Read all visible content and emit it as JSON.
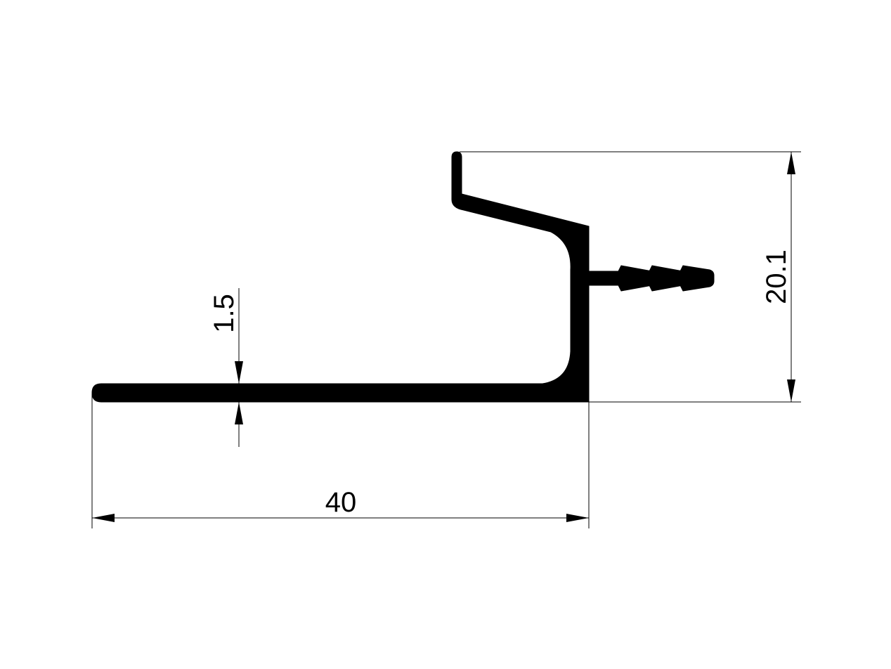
{
  "drawing": {
    "dimensions": {
      "thickness": "1.5",
      "width": "40",
      "height": "20.1"
    },
    "colors": {
      "background": "#ffffff",
      "profile": "#000000",
      "dimension_lines": "#000000"
    }
  }
}
